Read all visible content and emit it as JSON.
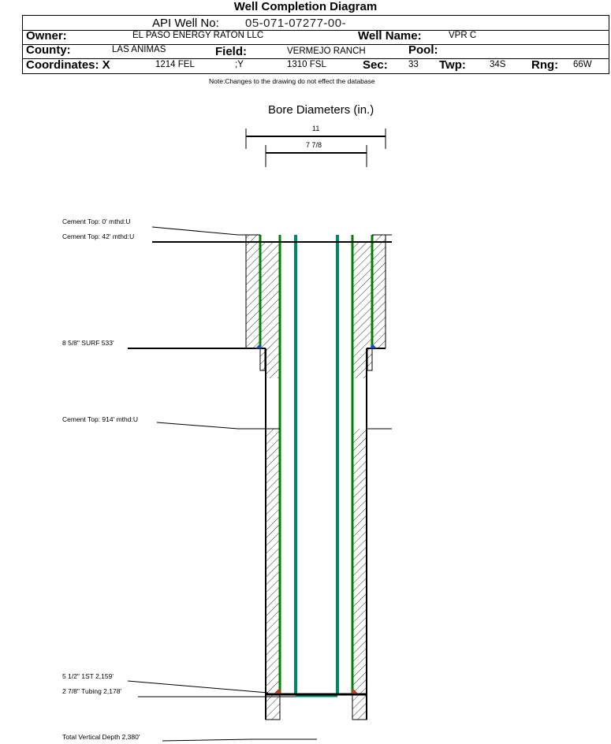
{
  "header": {
    "title": "Well Completion Diagram",
    "api_label": "API Well No:",
    "api_value": "05-071-07277-00-",
    "owner_label": "Owner:",
    "owner_value": "EL PASO ENERGY RATON LLC",
    "well_name_label": "Well Name:",
    "well_name_value": "VPR C",
    "county_label": "County:",
    "county_value": "LAS ANIMAS",
    "field_label": "Field:",
    "field_value": "VERMEJO RANCH",
    "pool_label": "Pool:",
    "pool_value": "",
    "coord_label": "Coordinates: X",
    "coord_x": "1214 FEL",
    "coord_y": ";Y",
    "coord_y_value": "1310 FSL",
    "sec_label": "Sec:",
    "sec_value": "33",
    "twp_label": "Twp:",
    "twp_value": "34S",
    "rng_label": "Rng:",
    "rng_value": "66W",
    "note": "Note:Changes to the drawing do not effect the database"
  },
  "diagram": {
    "bore_title": "Bore Diameters (in.)",
    "bore_outer": "11",
    "bore_inner": "7 7/8",
    "annotations": {
      "cement_top_0": "Cement Top: 0' mthd:U",
      "cement_top_42": "Cement Top: 42' mthd:U",
      "surface_casing": "8 5/8\" SURF 533'",
      "cement_top_914": "Cement Top: 914' mthd:U",
      "production_casing": "5 1/2\" 1ST 2,159'",
      "tubing": "2 7/8\" Tubing 2,178'",
      "total_depth": "Total Vertical Depth 2,380'"
    },
    "colors": {
      "casing": "#008000",
      "tubing": "#00876a",
      "hatch": "#000000",
      "marker_blue": "#1f4fb0",
      "marker_red": "#c0392b"
    }
  }
}
